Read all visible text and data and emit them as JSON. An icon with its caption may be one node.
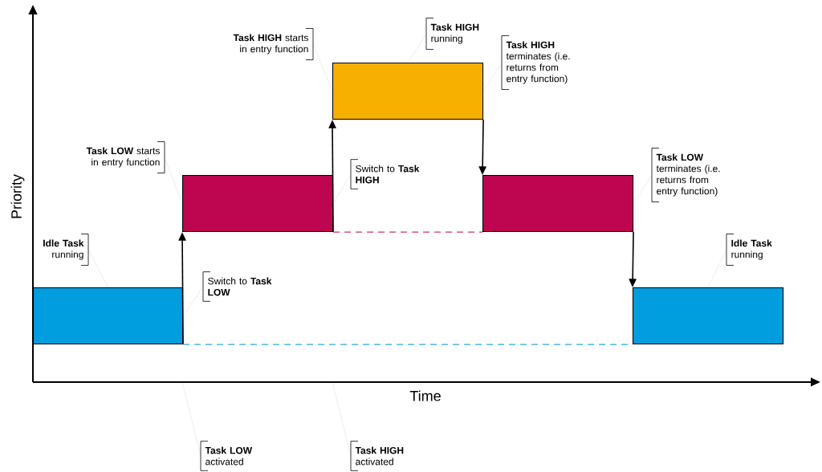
{
  "diagram": {
    "nodes": [
      {
        "text": [],
        "shape": "box"
      },
      {
        "text": [],
        "shape": "box"
      },
      {
        "text": [],
        "shape": "box"
      },
      {
        "text": [],
        "shape": "box"
      },
      {
        "text": [],
        "shape": "box"
      },
      {
        "text": [
          "**Idle Task** running"
        ]
      },
      {
        "text": [
          "**Task LOW** starts in entry function"
        ]
      },
      {
        "text": [
          "**Task HIGH** starts in entry function"
        ]
      },
      {
        "text": [
          "**Task HIGH** running"
        ]
      },
      {
        "text": [
          "**Task HIGH** terminates (i.e. returns from entry function)"
        ]
      },
      {
        "text": [
          "Switch to **Task HIGH**"
        ]
      },
      {
        "text": [
          "**Task LOW** terminates (i.e. returns from entry function)"
        ]
      },
      {
        "text": [
          "**Idle Task** running"
        ]
      },
      {
        "text": [
          "Switch to **Task LOW**"
        ]
      },
      {
        "text": [
          "**Task LOW** activated"
        ]
      },
      {
        "text": [
          "**Task HIGH** activated"
        ]
      }
    ],
    "edges": [
      {
        "from": 0,
        "to": 1,
        "arrow": "to",
        "color": "#000000"
      },
      {
        "from": 1,
        "to": 2,
        "arrow": "to",
        "color": "#000000"
      },
      {
        "from": 2,
        "to": 3,
        "arrow": "to",
        "color": "#000000"
      },
      {
        "from": 3,
        "to": 4,
        "arrow": "to",
        "color": "#000000"
      },
      {
        "from": 0,
        "to": 4,
        "arrow": "none",
        "style": "dashed",
        "color": "#29a8e0"
      },
      {
        "from": 1,
        "to": 3,
        "arrow": "none",
        "style": "dashed",
        "color": "#d0306a"
      },
      {
        "from": 5,
        "to": 0,
        "arrow": "none",
        "style": "dashed"
      },
      {
        "from": 6,
        "to": 1,
        "arrow": "none",
        "style": "dashed"
      },
      {
        "from": 7,
        "to": 2,
        "arrow": "none",
        "style": "dashed"
      },
      {
        "from": 8,
        "to": 2,
        "arrow": "none",
        "style": "dashed"
      },
      {
        "from": 9,
        "to": 2,
        "arrow": "none",
        "style": "dashed"
      },
      {
        "from": 10,
        "to": 1,
        "arrow": "none",
        "style": "dashed"
      },
      {
        "from": 11,
        "to": 3,
        "arrow": "none",
        "style": "dashed"
      },
      {
        "from": 12,
        "to": 4,
        "arrow": "none",
        "style": "dashed"
      },
      {
        "from": 13,
        "to": 0,
        "arrow": "none",
        "style": "dashed"
      },
      {
        "from": 14,
        "to": null,
        "arrow": "none",
        "style": "dashed"
      },
      {
        "from": 15,
        "to": null,
        "arrow": "none",
        "style": "dashed"
      }
    ],
    "labels": [
      "Priority",
      "Time"
    ]
  }
}
